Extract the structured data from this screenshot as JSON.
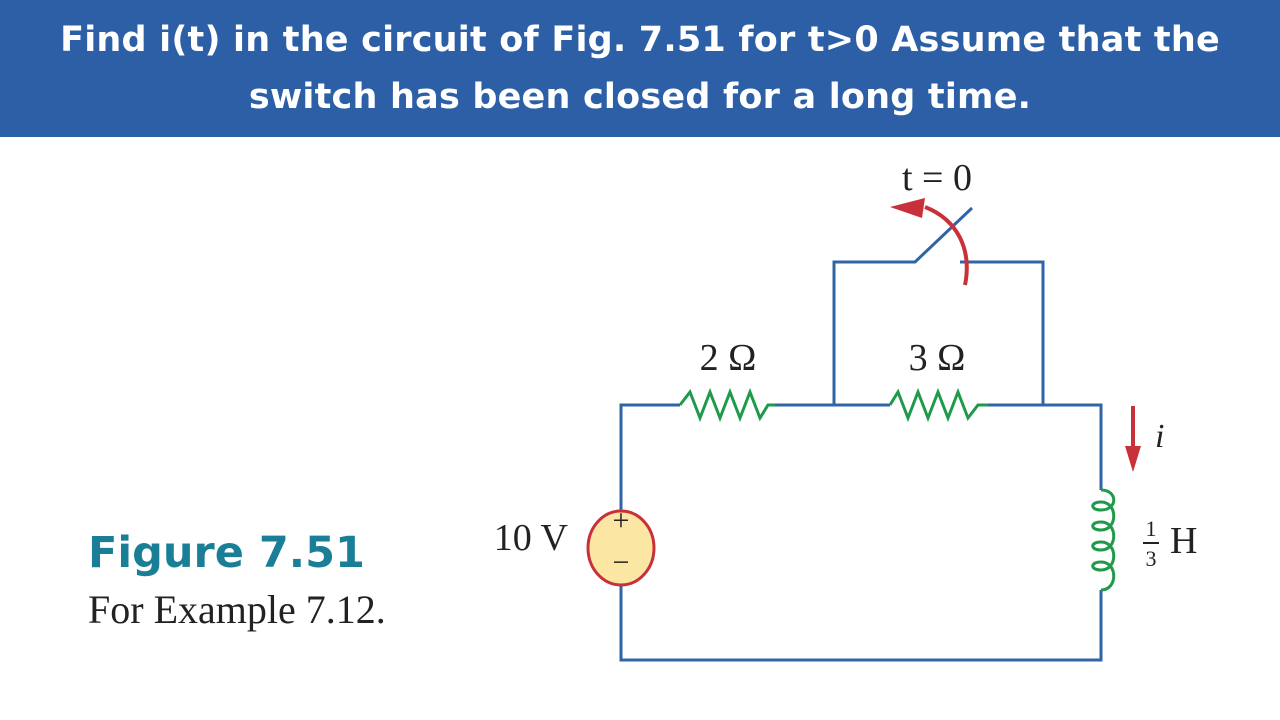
{
  "header": {
    "title": "Find i(t) in the circuit of Fig. 7.51 for t>0 Assume that the switch has been closed for a long time."
  },
  "figure": {
    "label": "Figure 7.51",
    "caption": "For Example 7.12."
  },
  "circuit": {
    "switch_label": "t = 0",
    "r1_label": "2 Ω",
    "r2_label": "3 Ω",
    "source_label": "10 V",
    "source_plus": "+",
    "source_minus": "−",
    "current_label": "i",
    "inductor_num": "1",
    "inductor_den": "3",
    "inductor_unit": "H"
  },
  "colors": {
    "header": "#2d5fa6",
    "wire": "#2f64a6",
    "component": "#1e9a4a",
    "arrow": "#c8313a",
    "source_fill": "#fce6a4",
    "figure_label": "#1a7f96"
  }
}
